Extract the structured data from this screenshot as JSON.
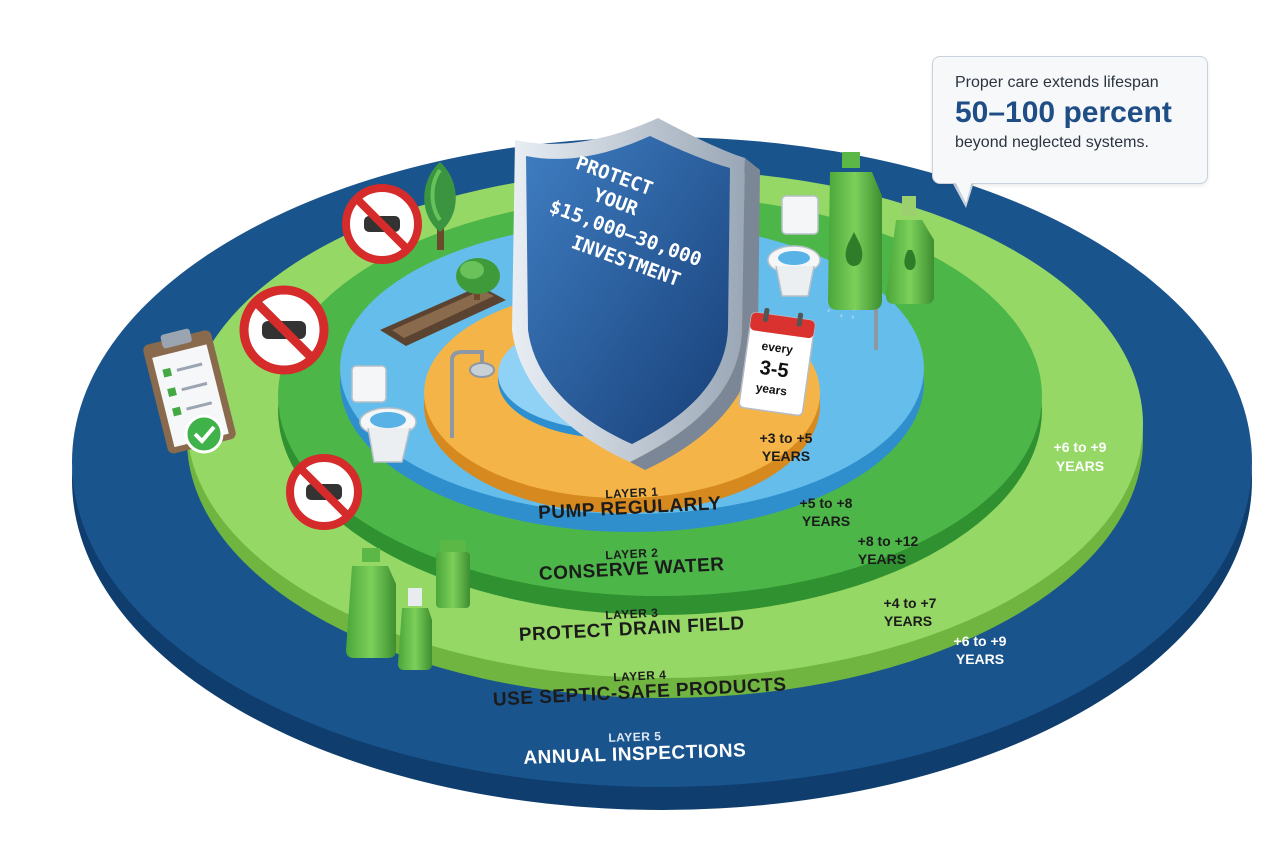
{
  "shield": {
    "lines": [
      "PROTECT",
      "YOUR",
      "$15,000–30,000",
      "INVESTMENT"
    ]
  },
  "callout": {
    "line1": "Proper care extends lifespan",
    "line2": "50–100 percent",
    "line3": "beyond neglected systems."
  },
  "calendar": {
    "top": "every",
    "big": "3-5",
    "bottom": "years"
  },
  "layers": [
    {
      "number": "LAYER 1",
      "name": "PUMP REGULARLY",
      "years_a": "+3 to +5",
      "years_b": "YEARS",
      "color": "#f2a93b"
    },
    {
      "number": "LAYER 2",
      "name": "CONSERVE WATER",
      "years_a": "+5 to +8",
      "years_b": "YEARS",
      "color": "#5bb4e5"
    },
    {
      "number": "LAYER 3",
      "name": "PROTECT DRAIN FIELD",
      "years_a": "+8 to +12",
      "years_b": "YEARS",
      "color": "#4cb648"
    },
    {
      "number": "LAYER 4",
      "name": "USE SEPTIC-SAFE PRODUCTS",
      "years_a": "+4 to +7",
      "years_b": "YEARS",
      "color": "#8dd35a"
    },
    {
      "number": "LAYER 5",
      "name": "ANNUAL INSPECTIONS",
      "years_a": "+6 to +9",
      "years_b": "YEARS",
      "color": "#174f86"
    }
  ],
  "outer_years": {
    "a": "+6 to +9",
    "b": "YEARS"
  }
}
